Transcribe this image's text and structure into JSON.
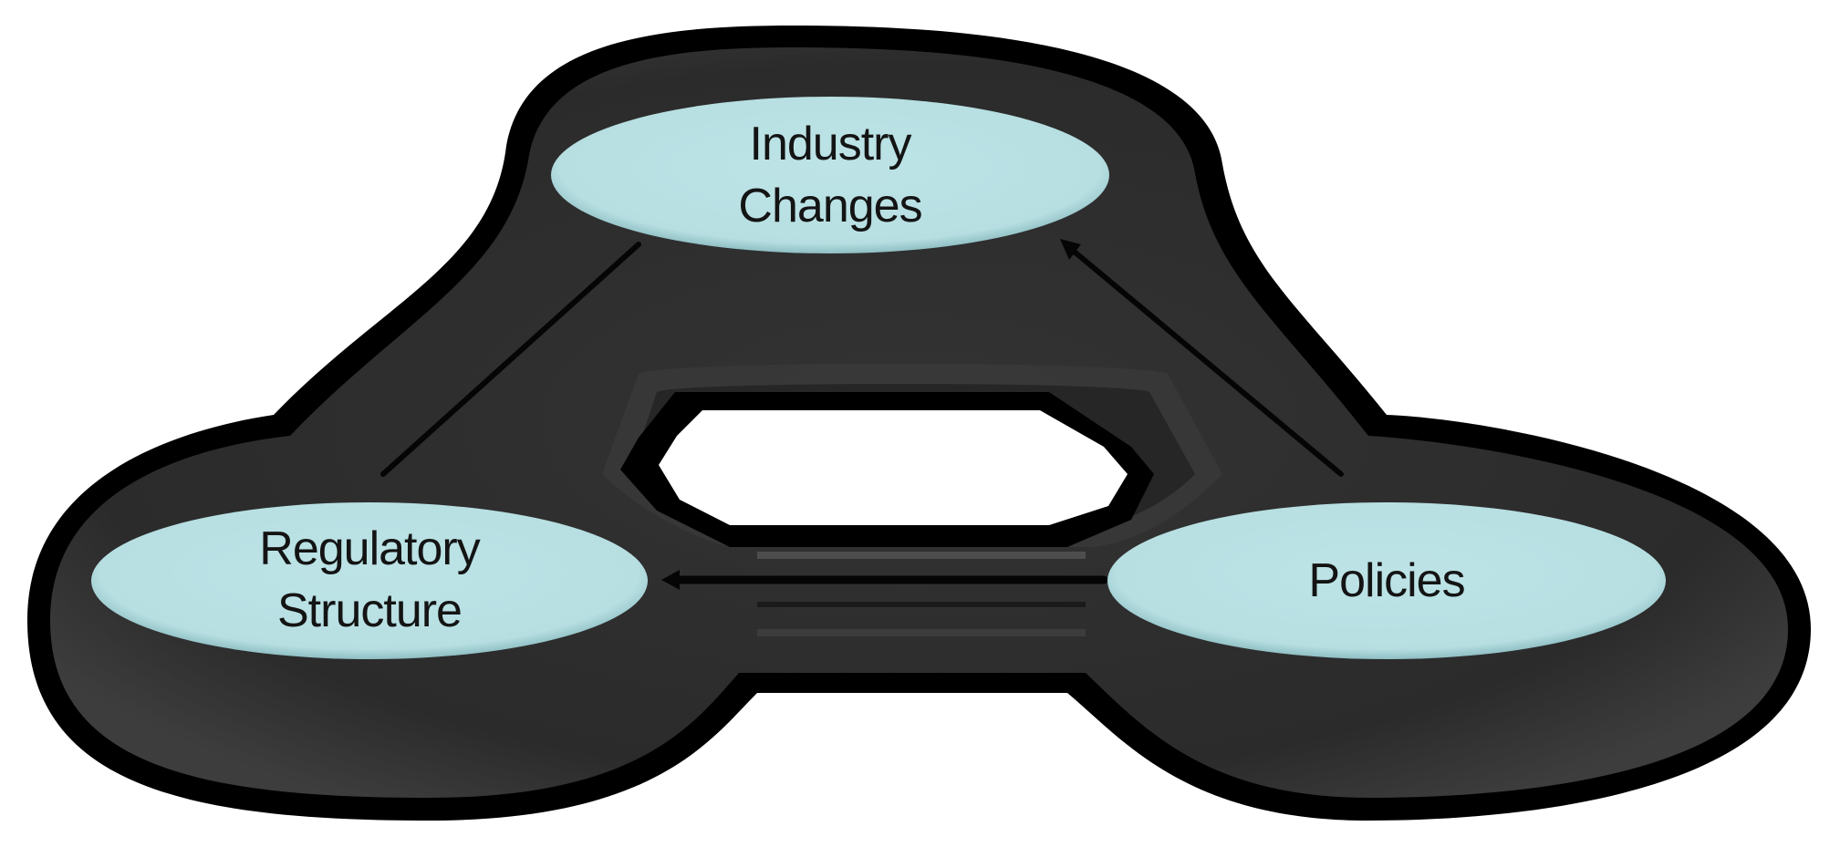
{
  "diagram": {
    "type": "cycle",
    "colors": {
      "background": "#ffffff",
      "blob_outline": "#000000",
      "blob_fill": "#2e2e2e",
      "blob_inner_band": "#3a3a3a",
      "node_fill": "#b9e0e3",
      "node_edge": "#8fbfc4",
      "connector": "#050505",
      "text": "#141414"
    },
    "nodes": [
      {
        "id": "industry",
        "line1": "Industry",
        "line2": "Changes"
      },
      {
        "id": "regulatory",
        "line1": "Regulatory",
        "line2": "Structure"
      },
      {
        "id": "policies",
        "line1": "Policies"
      }
    ],
    "connectors": [
      {
        "from": "Industry Changes",
        "to": "Regulatory Structure"
      },
      {
        "from": "Policies",
        "to": "Industry Changes"
      },
      {
        "from": "Policies",
        "to": "Regulatory Structure"
      }
    ]
  }
}
